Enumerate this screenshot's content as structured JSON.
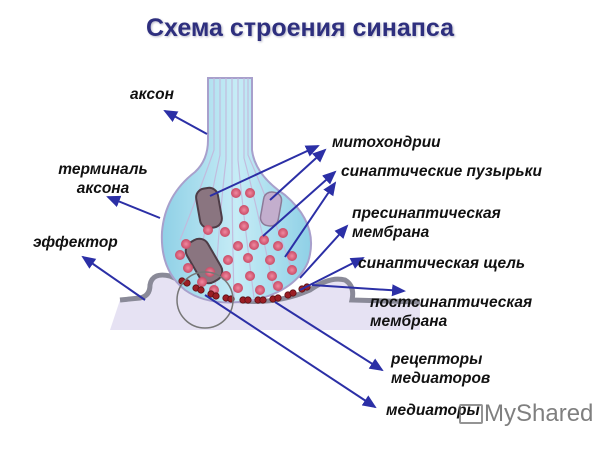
{
  "title": "Схема строения синапса",
  "labels": {
    "axon": "аксон",
    "axon_terminal_1": "терминаль",
    "axon_terminal_2": "аксона",
    "effector": "эффектор",
    "mitochondria": "митохондрии",
    "synaptic_vesicles": "синаптические пузырьки",
    "presynaptic_1": "пресинаптическая",
    "presynaptic_2": "мембрана",
    "synaptic_cleft": "синаптическая щель",
    "postsynaptic_1": "постсинаптическая",
    "postsynaptic_2": "мембрана",
    "receptors_1": "рецепторы",
    "receptors_2": "медиаторов",
    "mediators": "медиаторы"
  },
  "watermark": "MyShared",
  "colors": {
    "title": "#2e2f7e",
    "arrow": "#2b2fa6",
    "axon_fill": "#a9dcec",
    "vesicle": "#d9607a",
    "receptor": "#9b1e24",
    "membrane": "#d8d4ea"
  }
}
